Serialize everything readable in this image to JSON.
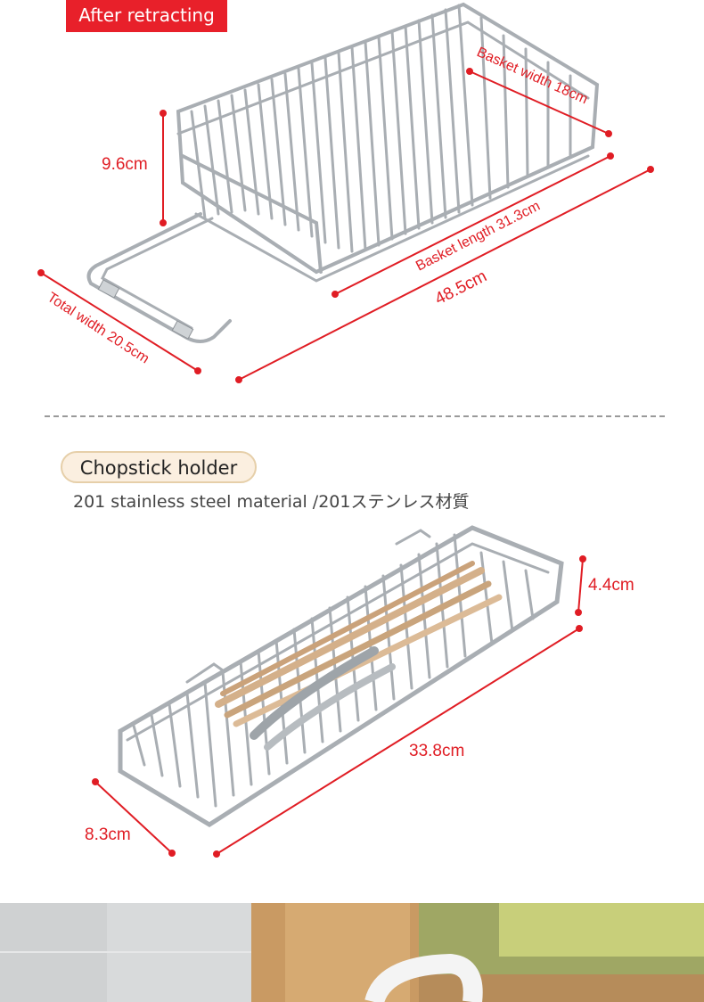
{
  "section_top": {
    "label": "After retracting",
    "dimensions": {
      "height": "9.6cm",
      "basket_width": "Basket width 18cm",
      "basket_length": "Basket length 31.3cm",
      "total_length": "48.5cm",
      "total_width": "Total width 20.5cm"
    }
  },
  "section_bottom": {
    "title": "Chopstick holder",
    "material": "201 stainless steel material /201ステンレス材質",
    "dimensions": {
      "height": "4.4cm",
      "length": "33.8cm",
      "width": "8.3cm"
    }
  },
  "colors": {
    "accent_red": "#e8202a",
    "pill_fill": "#fbefe0",
    "pill_border": "#e6cfa9"
  }
}
